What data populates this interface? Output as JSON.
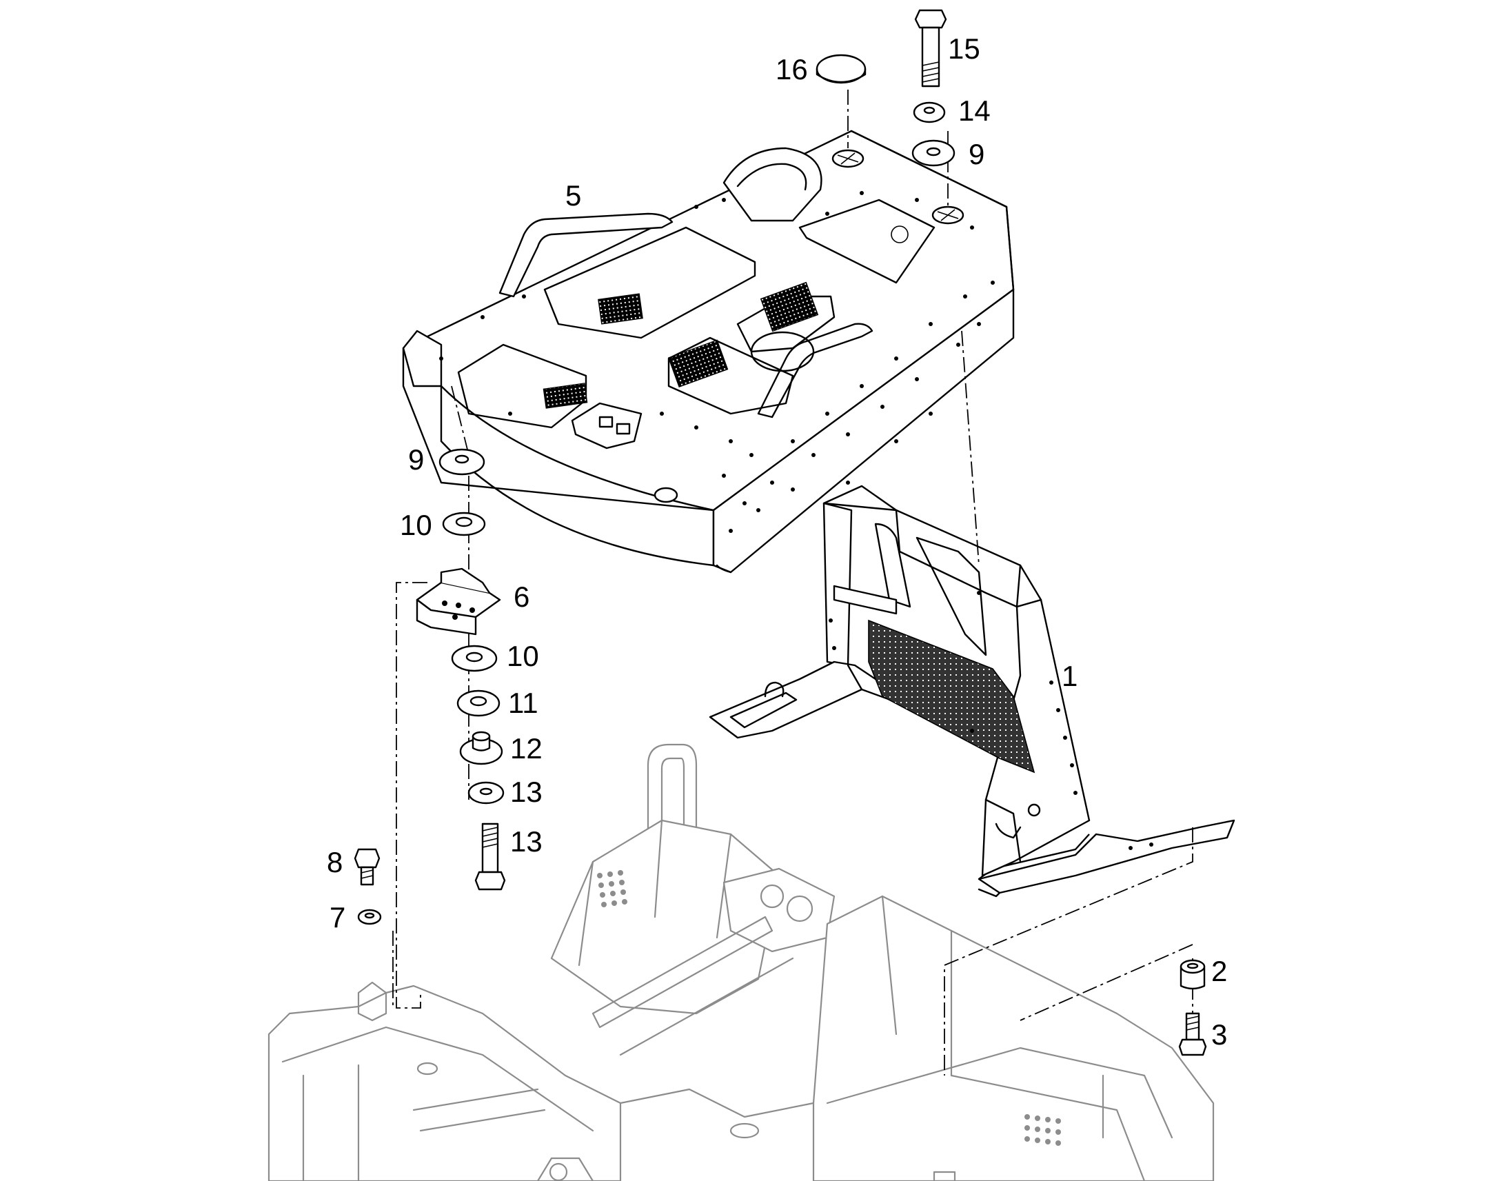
{
  "figure": {
    "type": "exploded parts diagram",
    "callouts": [
      {
        "id": "c1",
        "text": "1"
      },
      {
        "id": "c2",
        "text": "2"
      },
      {
        "id": "c3",
        "text": "3"
      },
      {
        "id": "c5",
        "text": "5"
      },
      {
        "id": "c6",
        "text": "6"
      },
      {
        "id": "c7",
        "text": "7"
      },
      {
        "id": "c8",
        "text": "8"
      },
      {
        "id": "c9a",
        "text": "9"
      },
      {
        "id": "c9b",
        "text": "9"
      },
      {
        "id": "c10a",
        "text": "10"
      },
      {
        "id": "c10b",
        "text": "10"
      },
      {
        "id": "c11",
        "text": "11"
      },
      {
        "id": "c12",
        "text": "12"
      },
      {
        "id": "c13a",
        "text": "13"
      },
      {
        "id": "c13b",
        "text": "13"
      },
      {
        "id": "c14",
        "text": "14"
      },
      {
        "id": "c15",
        "text": "15"
      },
      {
        "id": "c16",
        "text": "16"
      }
    ]
  }
}
